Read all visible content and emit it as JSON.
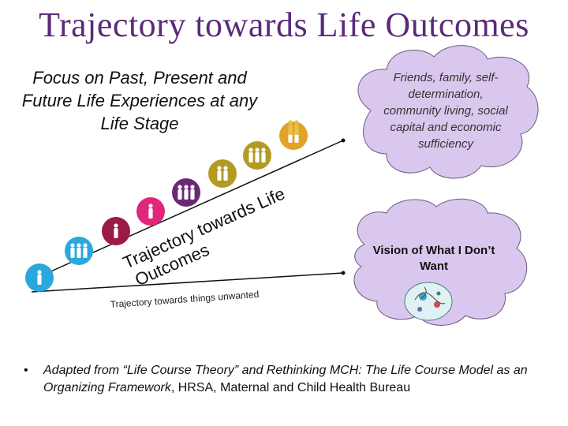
{
  "title": "Trajectory towards Life Outcomes",
  "focus_text": "Focus on Past, Present and Future Life Experiences at any Life Stage",
  "upper_cloud_text": "Friends, family, self-determination, community living, social capital and economic sufficiency",
  "lower_cloud_text": "Vision of What I Don’t Want",
  "upper_trajectory_label": "Trajectory towards Life Outcomes",
  "lower_trajectory_label": "Trajectory towards things unwanted",
  "footnote": {
    "bullet": "•",
    "prefix": "Adapted from “Life Course Theory”  and Rethinking MCH: The Life Course Model as an Organizing Framework",
    "suffix": ", HRSA, Maternal and Child Health Bureau"
  },
  "life_stage_icons": [
    {
      "name": "infant-icon",
      "color": "#29a8dc"
    },
    {
      "name": "toddlers-icon",
      "color": "#29a8dc"
    },
    {
      "name": "child-icon",
      "color": "#9b1b44"
    },
    {
      "name": "teen-girl-icon",
      "color": "#e0277a"
    },
    {
      "name": "young-adults-icon",
      "color": "#6a2a73"
    },
    {
      "name": "couple-icon",
      "color": "#b39a22"
    },
    {
      "name": "family-icon",
      "color": "#b39a22"
    },
    {
      "name": "mature-adults-icon",
      "color": "#e0a32a"
    },
    {
      "name": "older-adults-icon",
      "color": "#e8c247"
    }
  ],
  "colors": {
    "title": "#5b2a7a",
    "cloud_fill": "#d9c7ee",
    "cloud_stroke": "#6b5a80"
  }
}
